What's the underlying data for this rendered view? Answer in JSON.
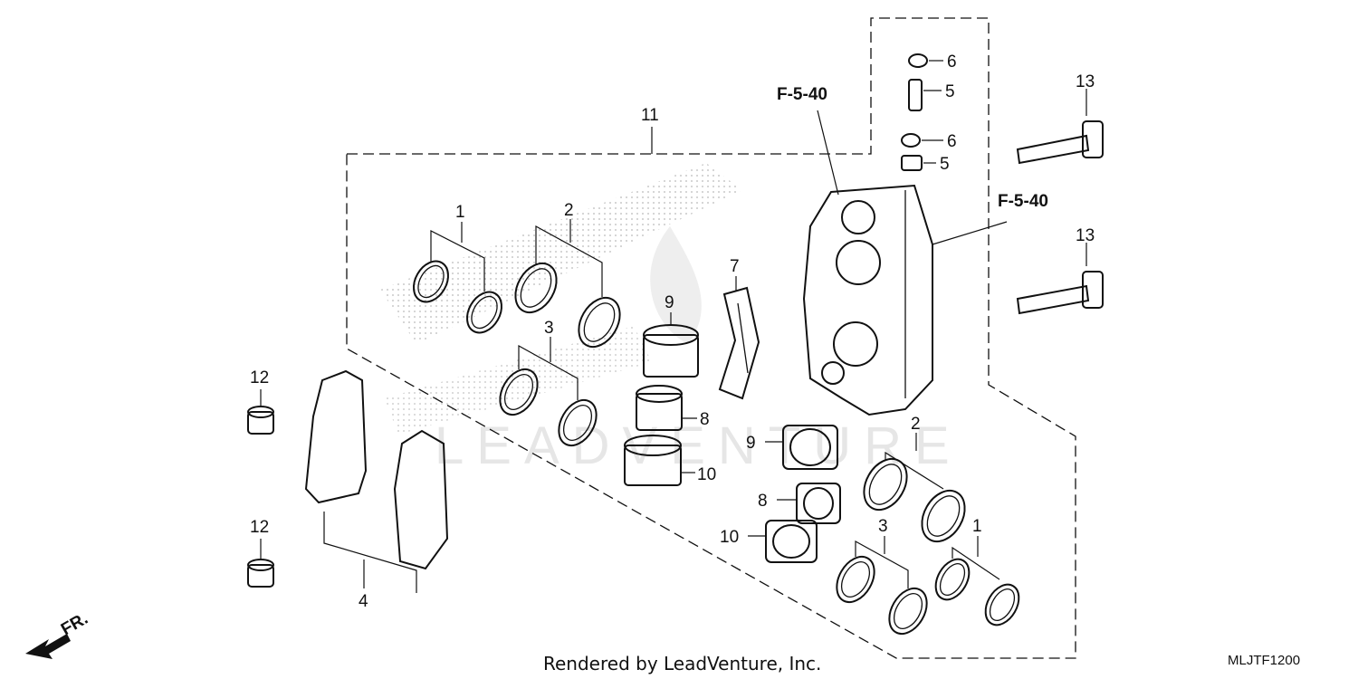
{
  "diagram": {
    "callouts": {
      "c1a": "1",
      "c2a": "2",
      "c3a": "3",
      "c4": "4",
      "c5a": "5",
      "c5b": "5",
      "c6a": "6",
      "c6b": "6",
      "c7": "7",
      "c8a": "8",
      "c8b": "8",
      "c9a": "9",
      "c9b": "9",
      "c10a": "10",
      "c10b": "10",
      "c11": "11",
      "c12a": "12",
      "c12b": "12",
      "c13a": "13",
      "c13b": "13",
      "c1b": "1",
      "c2b": "2",
      "c3b": "3"
    },
    "ref_top": "F-5-40",
    "ref_right": "F-5-40",
    "front_label": "FR.",
    "watermark": "LEADVENTURE",
    "footer": "Rendered by LeadVenture, Inc.",
    "diagram_code": "MLJTF1200"
  }
}
